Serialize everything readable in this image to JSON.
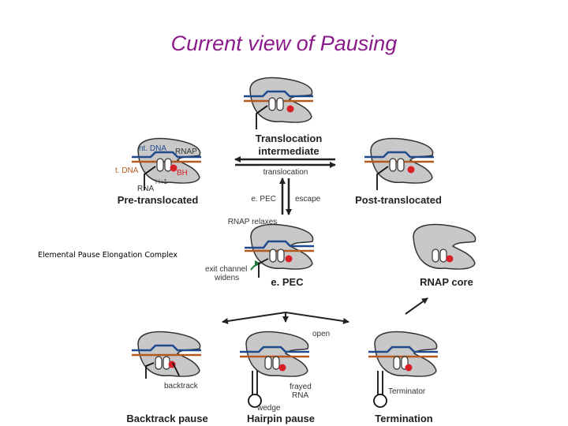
{
  "title": "Current view of Pausing",
  "side_note": "Elemental Pause Elongation Complex",
  "colors": {
    "title": "#8B1A8B",
    "rnap_body": "#c8c8c8",
    "nontemplate_dna": "#1f4b8e",
    "template_dna": "#b35a1f",
    "active_site": "#d81f26",
    "outline": "#333333"
  },
  "states": {
    "translocation_intermediate": {
      "line1": "Translocation",
      "line2": "intermediate"
    },
    "pre_translocated": "Pre-translocated",
    "post_translocated": "Post-translocated",
    "epec": "e. PEC",
    "rnap_core": "RNAP core",
    "backtrack_pause": "Backtrack pause",
    "hairpin_pause": "Hairpin pause",
    "termination": "Termination"
  },
  "labels": {
    "ntDNA": "nt. DNA",
    "RNAP": "RNAP",
    "tDNA": "t. DNA",
    "BH": "BH",
    "i_i1": "i i+1",
    "RNA": "RNA",
    "translocation": "translocation",
    "ePEC_arrow": "e. PEC",
    "escape": "escape",
    "rnap_relaxes": "RNAP relaxes",
    "exit_channel_1": "exit channel",
    "exit_channel_2": "widens",
    "backtrack": "backtrack",
    "frayed_1": "frayed",
    "frayed_2": "RNA",
    "wedge": "wedge",
    "open": "open",
    "terminator": "Terminator"
  }
}
